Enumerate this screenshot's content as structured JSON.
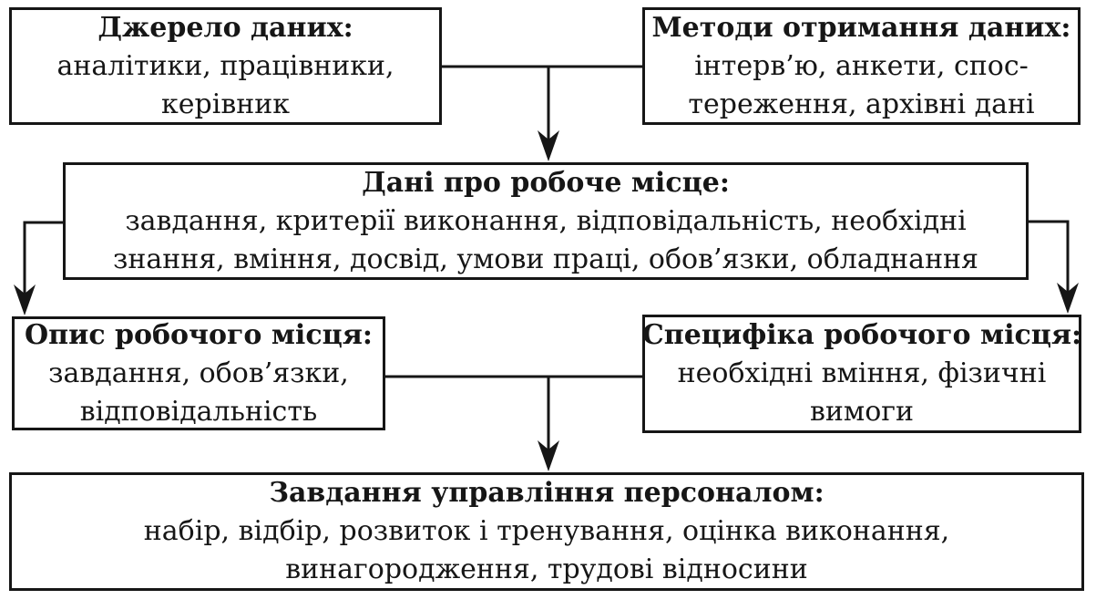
{
  "colors": {
    "background": "#ffffff",
    "ink": "#161616"
  },
  "boxes": [
    {
      "id": "data_sources",
      "title": "Джерело даних:",
      "body": "аналітики, працівники,\nкерівник"
    },
    {
      "id": "data_methods",
      "title": "Методи отримання даних:",
      "body": "інтерв’ю, анкети, спос-\nтереження, архівні дані"
    },
    {
      "id": "job_data",
      "title": "Дані про робоче місце:",
      "body": "завдання, критерії виконання, відповідальність, необхідні\nзнання, вміння, досвід, умови праці, обов’язки, обладнання"
    },
    {
      "id": "job_description",
      "title": "Опис робочого місця:",
      "body": "завдання, обов’язки,\nвідповідальність"
    },
    {
      "id": "job_specification",
      "title": "Специфіка робочого місця:",
      "body": "необхідні вміння, фізичні\nвимоги"
    },
    {
      "id": "hr_tasks",
      "title": "Завдання управління персоналом:",
      "body": "набір, відбір, розвиток і тренування, оцінка виконання,\nвинагородження, трудові відносини"
    }
  ]
}
